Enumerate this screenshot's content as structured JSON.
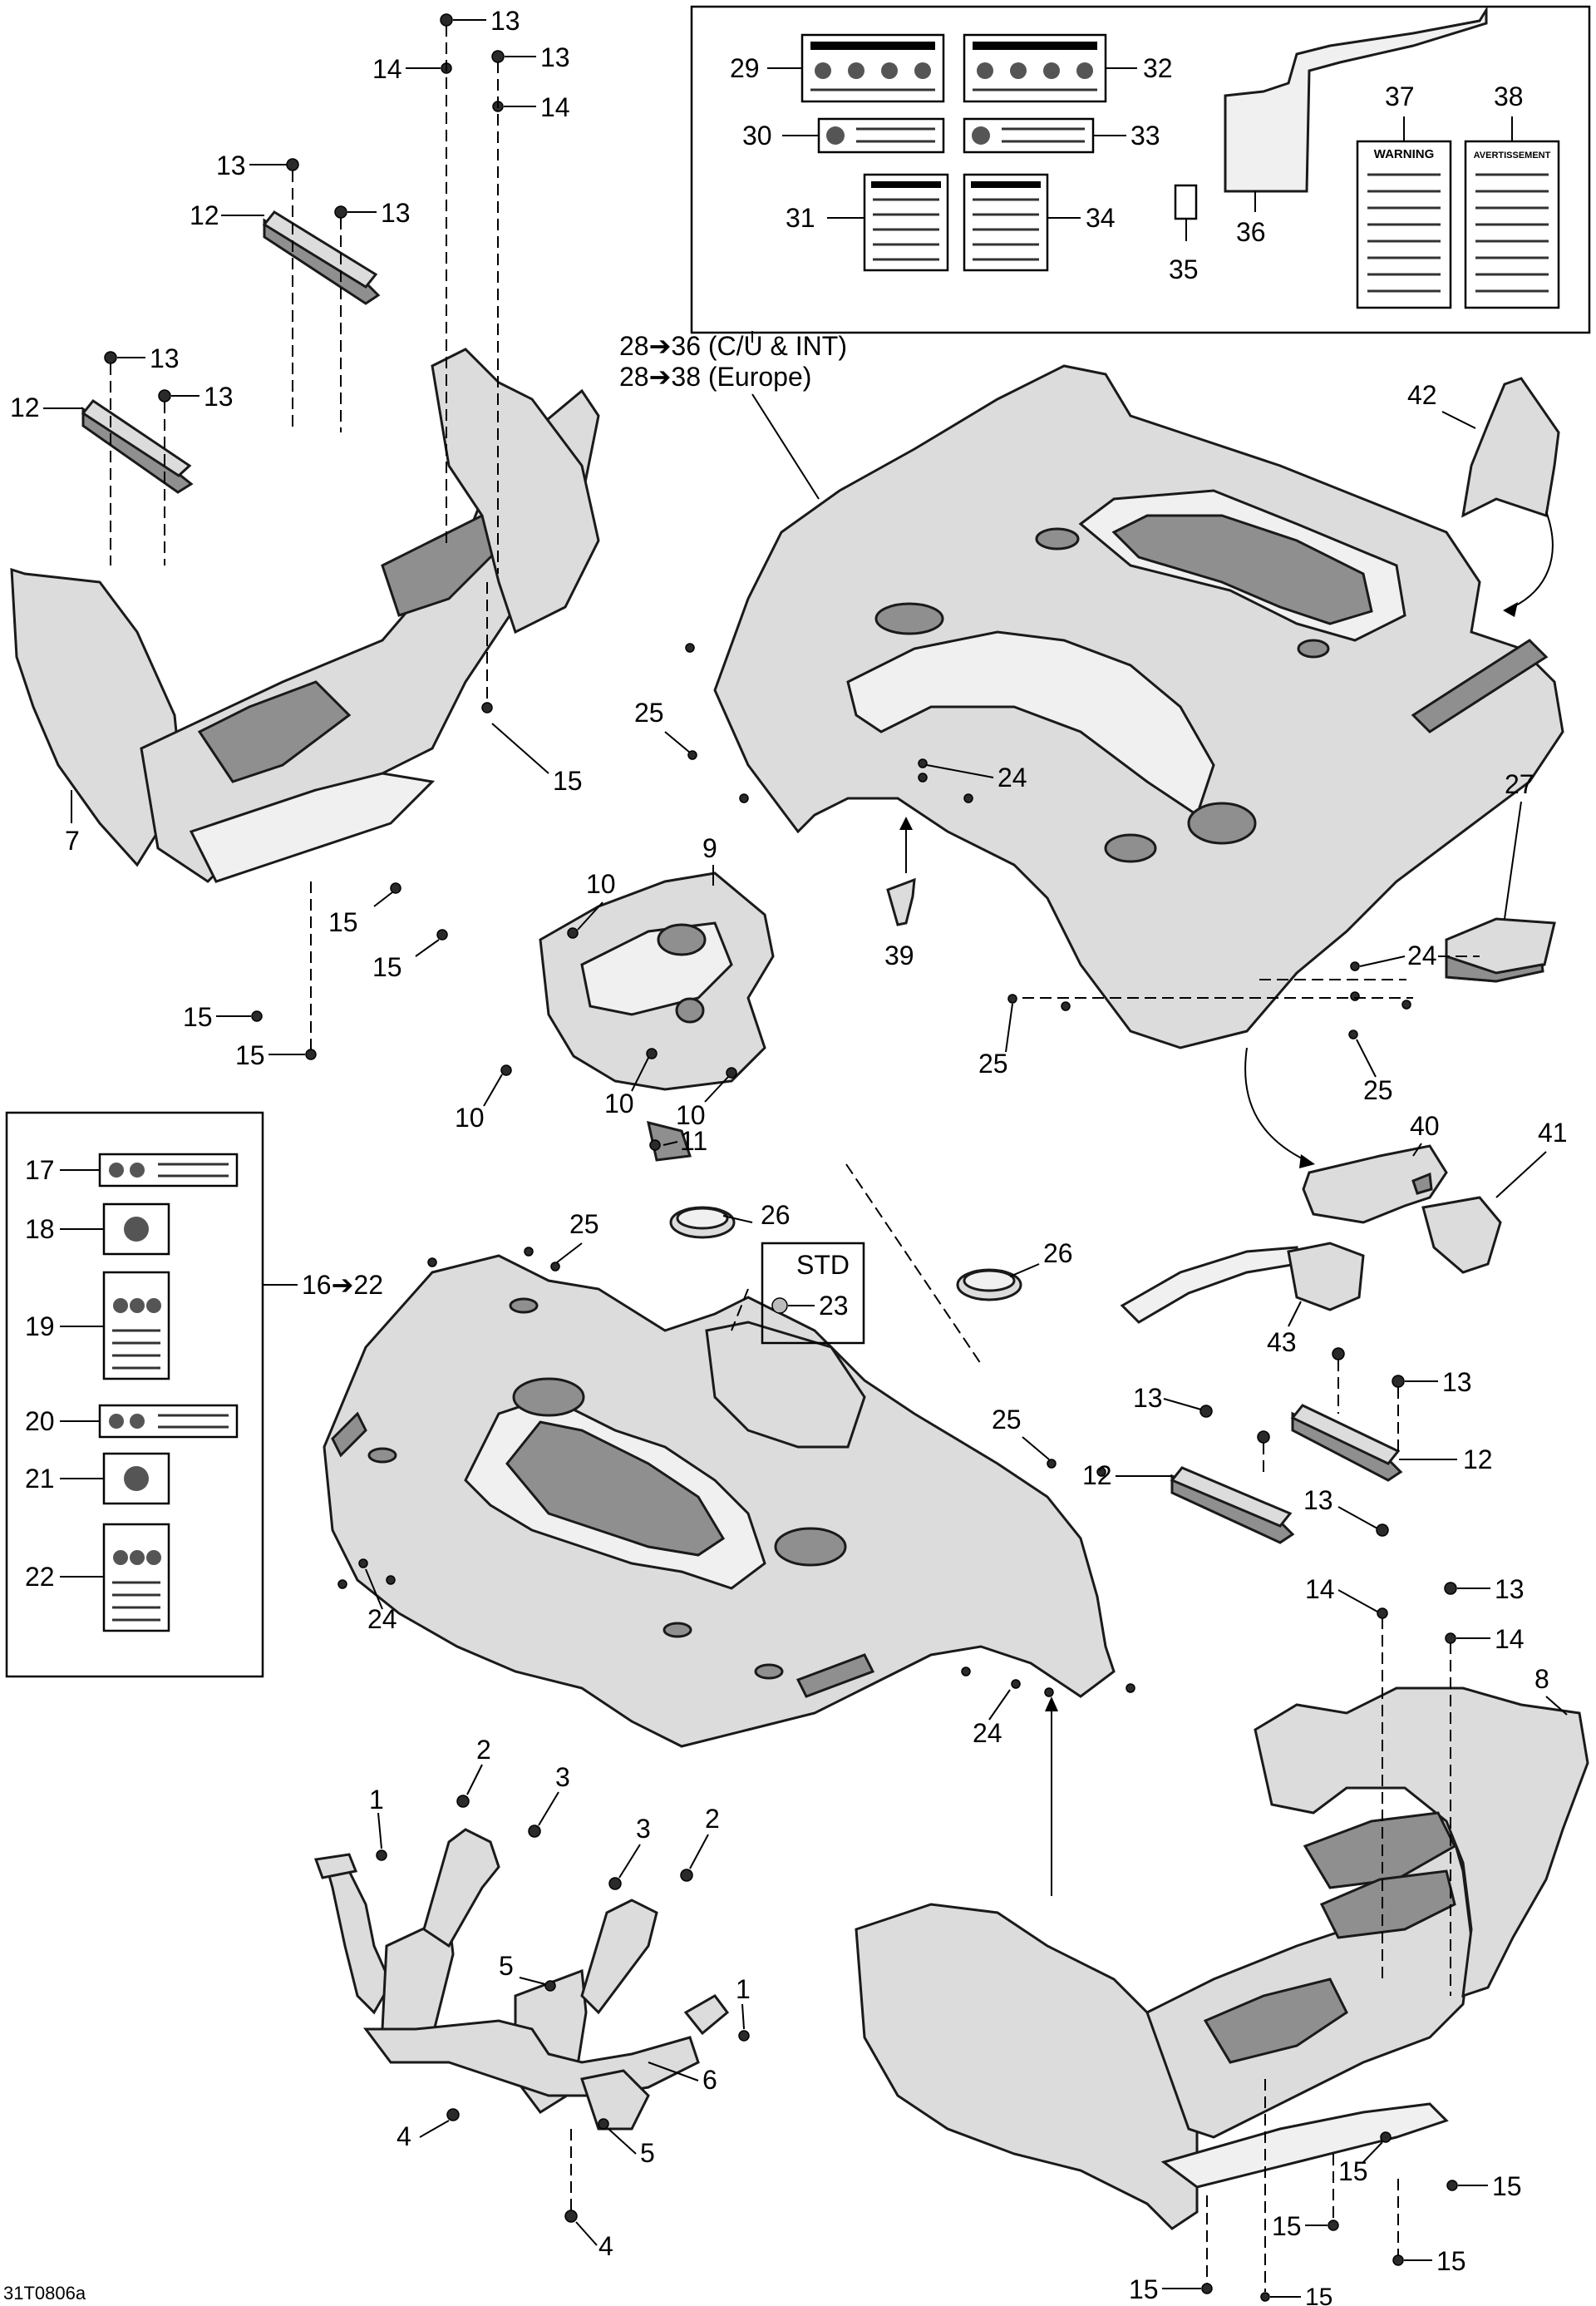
{
  "diagram": {
    "code": "31T0806a",
    "region_note_cu_int": "28➔36 (C/U & INT)",
    "region_note_europe": "28➔38 (Europe)",
    "range_16_22": "16➔22",
    "std_label": "STD",
    "label_warning": "WARNING",
    "label_warning_fr": "AVERTISSEMENT",
    "callouts": {
      "c1": "1",
      "c2": "2",
      "c3": "3",
      "c4": "4",
      "c5": "5",
      "c6": "6",
      "c7": "7",
      "c8": "8",
      "c9": "9",
      "c10": "10",
      "c11": "11",
      "c12": "12",
      "c13": "13",
      "c14": "14",
      "c15": "15",
      "c17": "17",
      "c18": "18",
      "c19": "19",
      "c20": "20",
      "c21": "21",
      "c22": "22",
      "c23": "23",
      "c24": "24",
      "c25": "25",
      "c26": "26",
      "c27": "27",
      "c29": "29",
      "c30": "30",
      "c31": "31",
      "c32": "32",
      "c33": "33",
      "c34": "34",
      "c35": "35",
      "c36": "36",
      "c37": "37",
      "c38": "38",
      "c39": "39",
      "c40": "40",
      "c41": "41",
      "c42": "42",
      "c43": "43"
    }
  }
}
